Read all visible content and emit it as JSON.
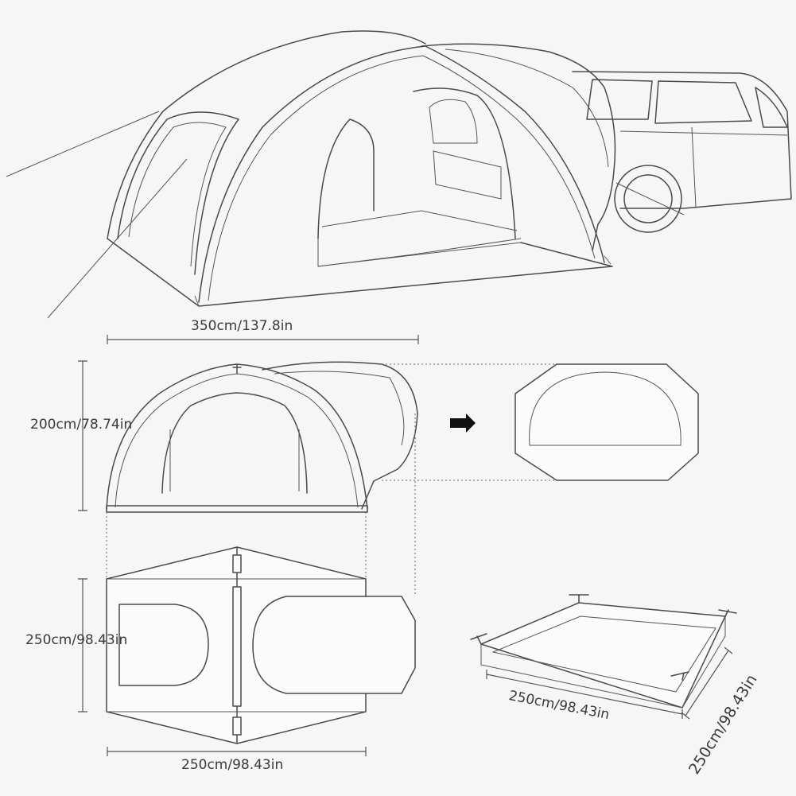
{
  "labels": {
    "width_top": "350cm/137.8in",
    "height": "200cm/78.74in",
    "depth": "250cm/98.43in",
    "width_bottom": "250cm/98.43in",
    "mat_width": "250cm/98.43in",
    "mat_depth": "250cm/98.43in"
  },
  "colors": {
    "background": "#f6f6f6",
    "line": "#4a4a4a",
    "text": "#3a3a3a",
    "arrow": "#111111"
  },
  "icons": [
    "arrow-right-icon"
  ]
}
